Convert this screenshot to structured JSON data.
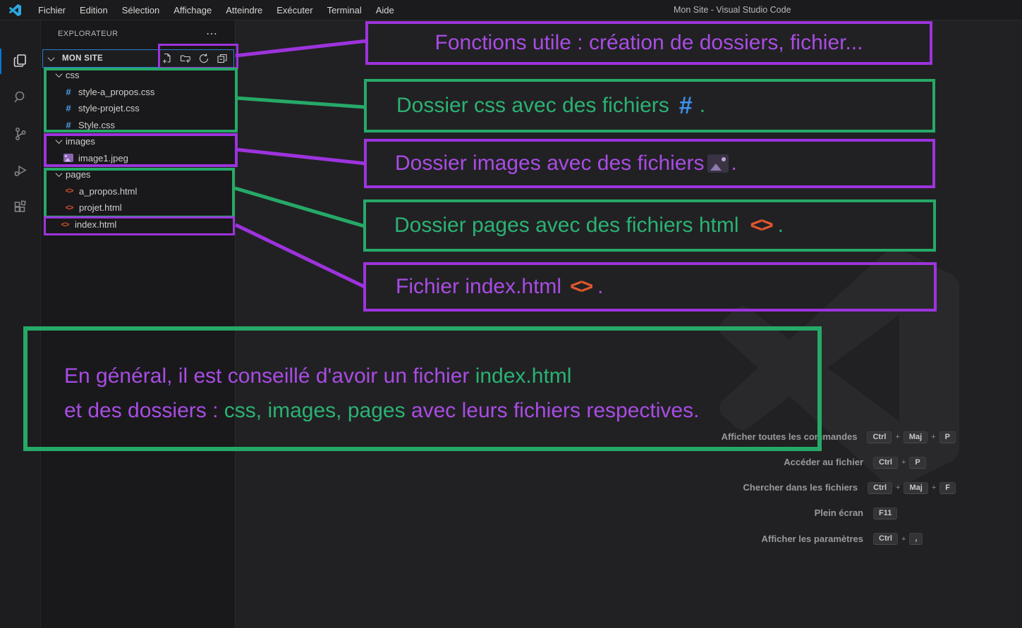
{
  "colors": {
    "purple": "#9d33dd",
    "purple_text": "#a94ce4",
    "green": "#26a968",
    "green_text": "#2bb273",
    "accent_blue": "#2e7ad1",
    "css_icon_blue": "#4ba0e8",
    "html_icon_orange": "#d6502b"
  },
  "title_bar": {
    "title": "Mon Site - Visual Studio Code",
    "menus": [
      "Fichier",
      "Edition",
      "Sélection",
      "Affichage",
      "Atteindre",
      "Exécuter",
      "Terminal",
      "Aide"
    ]
  },
  "sidebar": {
    "header": "EXPLORATEUR",
    "more_glyph": "⋯",
    "section_label": "MON SITE",
    "tree": [
      {
        "label": "css"
      },
      {
        "label": "style-a_propos.css"
      },
      {
        "label": "style-projet.css"
      },
      {
        "label": "Style.css"
      },
      {
        "label": "images"
      },
      {
        "label": "image1.jpeg"
      },
      {
        "label": "pages"
      },
      {
        "label": "a_propos.html"
      },
      {
        "label": "projet.html"
      },
      {
        "label": "index.html"
      }
    ],
    "css_icon_glyph": "#",
    "html_icon_glyph": "<>"
  },
  "annotations": {
    "box1": "Fonctions utile : création de dossiers, fichier...",
    "box2_text": "Dossier css avec des fichiers",
    "box2_icon": "#",
    "box2_end": ".",
    "box3_text": "Dossier images avec des fichiers",
    "box3_end": ".",
    "box4_text": "Dossier pages avec des fichiers html",
    "box4_icon": "<>",
    "box4_end": ".",
    "box5_text": "Fichier index.html",
    "box5_icon": "<>",
    "box5_end": ".",
    "big_line1_a": "En général, il est conseillé d'avoir un fichier ",
    "big_line1_b": "index.html",
    "big_line2_a": "et des dossiers : ",
    "big_line2_b": "css, images, pages",
    "big_line2_c": " avec leurs fichiers respectives."
  },
  "shortcuts": [
    {
      "label": "Afficher toutes les commandes",
      "keys": [
        "Ctrl",
        "Maj",
        "P"
      ]
    },
    {
      "label": "Accéder au fichier",
      "keys": [
        "Ctrl",
        "P"
      ]
    },
    {
      "label": "Chercher dans les fichiers",
      "keys": [
        "Ctrl",
        "Maj",
        "F"
      ]
    },
    {
      "label": "Plein écran",
      "keys": [
        "F11"
      ]
    },
    {
      "label": "Afficher les paramètres",
      "keys": [
        "Ctrl",
        ","
      ]
    }
  ],
  "misc": {
    "plus": "+"
  }
}
